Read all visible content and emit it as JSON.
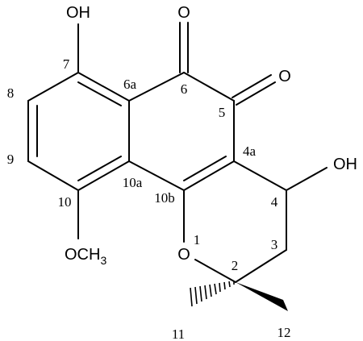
{
  "molecule": {
    "atom_labels": {
      "oh_top": "OH",
      "oxo_6": "O",
      "oxo_5": "O",
      "oh_right": "OH",
      "ring_o": "O",
      "methoxy_oc": "OC",
      "methoxy_h": "H",
      "methoxy_sub": "3"
    },
    "locants": {
      "c7": "7",
      "c8": "8",
      "c9": "9",
      "c10": "10",
      "c6a": "6a",
      "c6": "6",
      "c5": "5",
      "c4a": "4a",
      "c10a": "10a",
      "c10b": "10b",
      "c4": "4",
      "c3": "3",
      "o1": "1",
      "c2": "2",
      "c11": "11",
      "c12": "12"
    },
    "colors": {
      "ink": "#000000",
      "background": "#ffffff"
    }
  }
}
